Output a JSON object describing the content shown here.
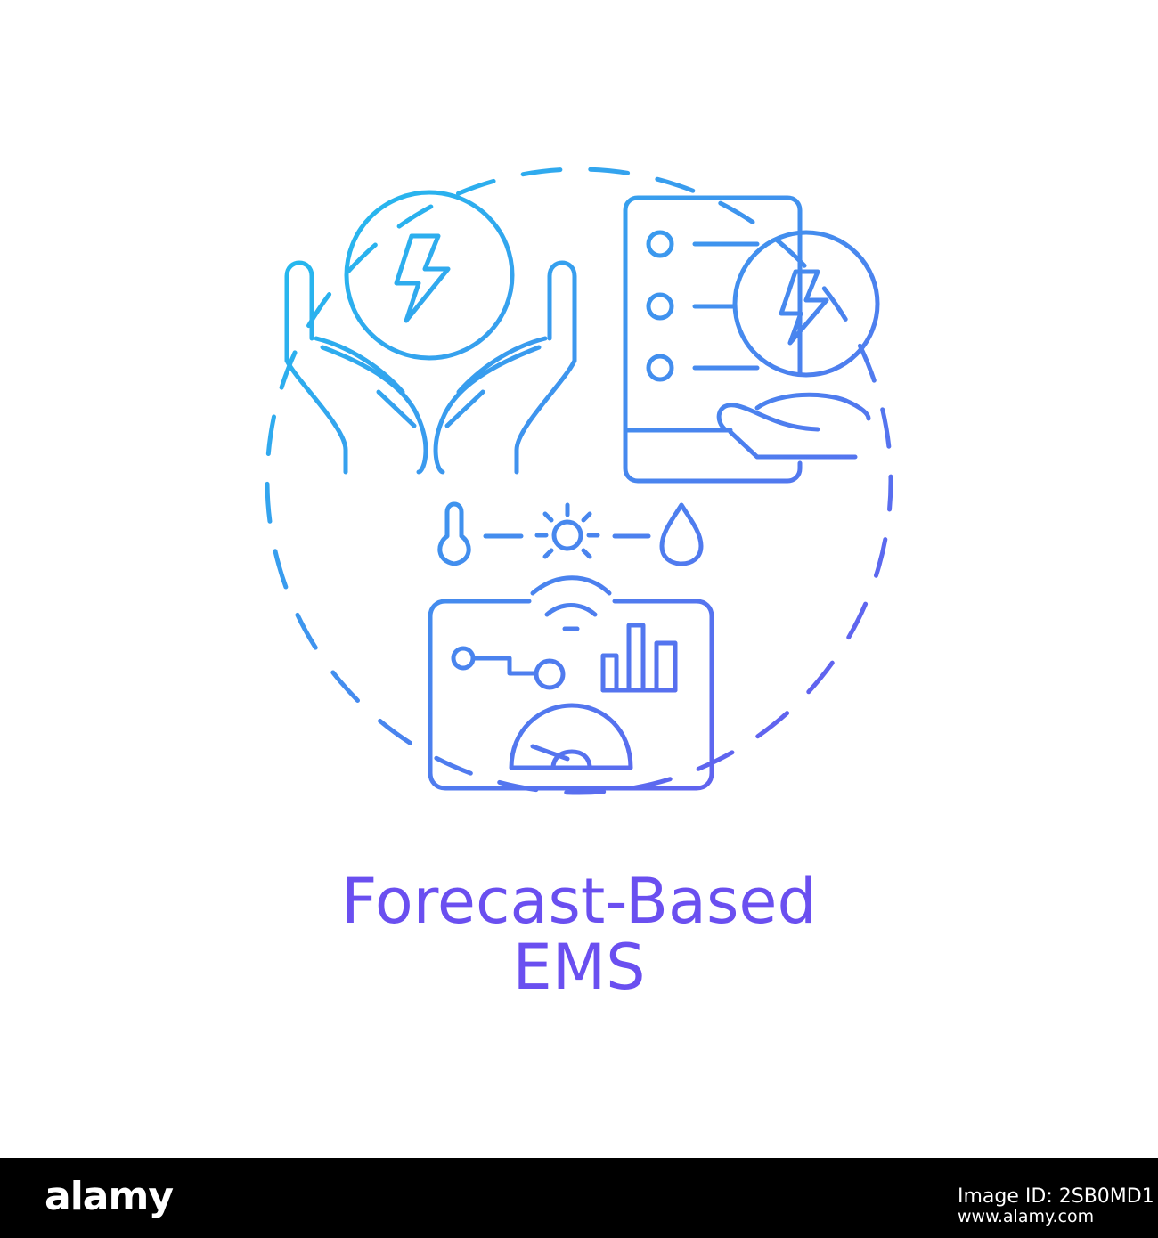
{
  "caption": {
    "line1": "Forecast-Based",
    "line2": "EMS",
    "color": "#6a4ff0"
  },
  "icon": {
    "gradient_start": "#1ec3ee",
    "gradient_end": "#6c52ef",
    "elements": [
      "hands-holding-energy-icon",
      "energy-checklist-icon",
      "thermometer-icon",
      "sun-icon",
      "water-drop-icon",
      "wifi-signal-icon",
      "dashboard-panel-icon",
      "bar-chart-icon",
      "gauge-icon"
    ]
  },
  "footer": {
    "logo": "alamy",
    "image_id": "Image ID: 2SB0MD1",
    "site": "www.alamy.com",
    "background": "#000000"
  }
}
